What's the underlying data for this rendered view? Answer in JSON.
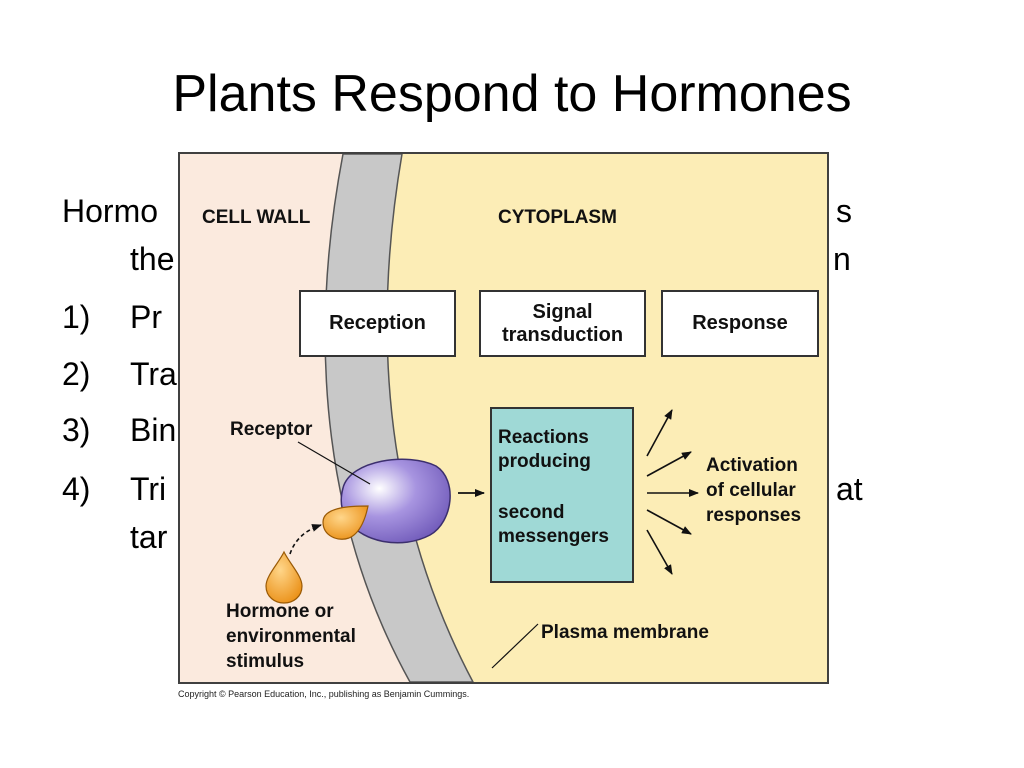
{
  "slide": {
    "title": "Plants Respond to Hormones"
  },
  "bullets": {
    "intro_line1_left": "Hormo",
    "intro_line1_right": "s",
    "intro_line2_left": "the",
    "intro_line2_right": "n",
    "item1_num": "1)",
    "item1_text": "Pr",
    "item2_num": "2)",
    "item2_text": "Tra",
    "item3_num": "3)",
    "item3_text": "Bin",
    "item4_num": "4)",
    "item4_text": "Tri",
    "item4_right": "at",
    "item4_line2": "tar"
  },
  "diagram": {
    "colors": {
      "cell_wall": "#fbeade",
      "membrane": "#c8c8c8",
      "cytoplasm": "#fcedb6",
      "receptor": "#8f7ad0",
      "hormone": "#f39c18",
      "reactions_box": "#9fd9d6"
    },
    "region_cell_wall": "CELL WALL",
    "region_cytoplasm": "CYTOPLASM",
    "stage_reception": "Reception",
    "stage_signal_line1": "Signal",
    "stage_signal_line2": "transduction",
    "stage_response": "Response",
    "receptor_label": "Receptor",
    "hormone_line1": "Hormone or",
    "hormone_line2": "environmental",
    "hormone_line3": "stimulus",
    "reactions_line1": "Reactions",
    "reactions_line2": "producing",
    "reactions_line3": "second",
    "reactions_line4": "messengers",
    "activation_line1": "Activation",
    "activation_line2": "of cellular",
    "activation_line3": "responses",
    "membrane_label": "Plasma membrane"
  },
  "copyright": "Copyright © Pearson Education, Inc., publishing as Benjamin Cummings."
}
